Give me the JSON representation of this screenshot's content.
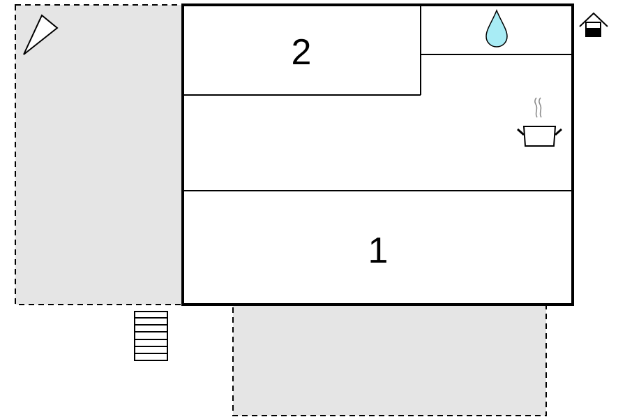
{
  "floorplan": {
    "rooms": [
      {
        "id": "bedroom-1",
        "label": "1"
      },
      {
        "id": "bedroom-2",
        "label": "2"
      }
    ],
    "icons": {
      "compass": "compass-north-arrow-icon",
      "bathroom": "water-drop-icon",
      "kitchen": "cooking-pot-icon",
      "entrance": "house-entrance-icon",
      "stairs": "stairs-icon"
    },
    "colors": {
      "wall": "#000000",
      "terrace_fill": "#e5e5e5",
      "water_drop": "#a8ecf5"
    }
  }
}
